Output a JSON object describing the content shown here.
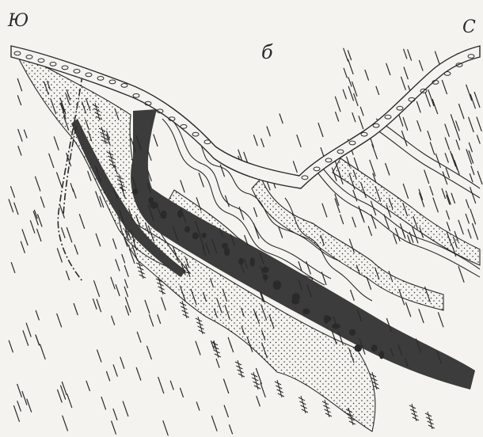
{
  "labels": {
    "south": "Ю",
    "north": "С",
    "figure": "б"
  },
  "colors": {
    "background": "#f4f3ef",
    "ink": "#2a2a2a",
    "dark_layer": "#3c3c3c"
  }
}
